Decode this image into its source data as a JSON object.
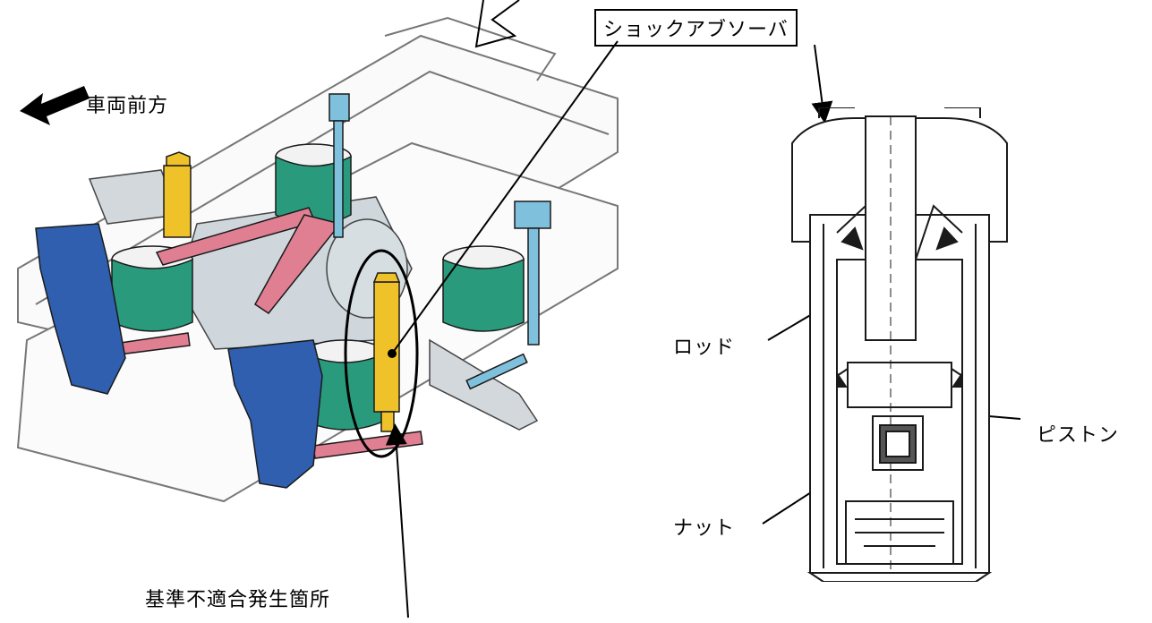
{
  "labels": {
    "vehicle_front": "車両前方",
    "shock_absorber": "ショックアブソーバ",
    "rod": "ロッド",
    "piston": "ピストン",
    "nut": "ナット",
    "nonconformity_location": "基準不適合発生箇所"
  },
  "colors": {
    "air_spring": "#2a9a7c",
    "frame_blue": "#2f5fae",
    "link_pink": "#e07f92",
    "damper_yellow": "#f0c22a",
    "leveling_cyan": "#7fc1dd",
    "outline": "#1a1a1a"
  }
}
